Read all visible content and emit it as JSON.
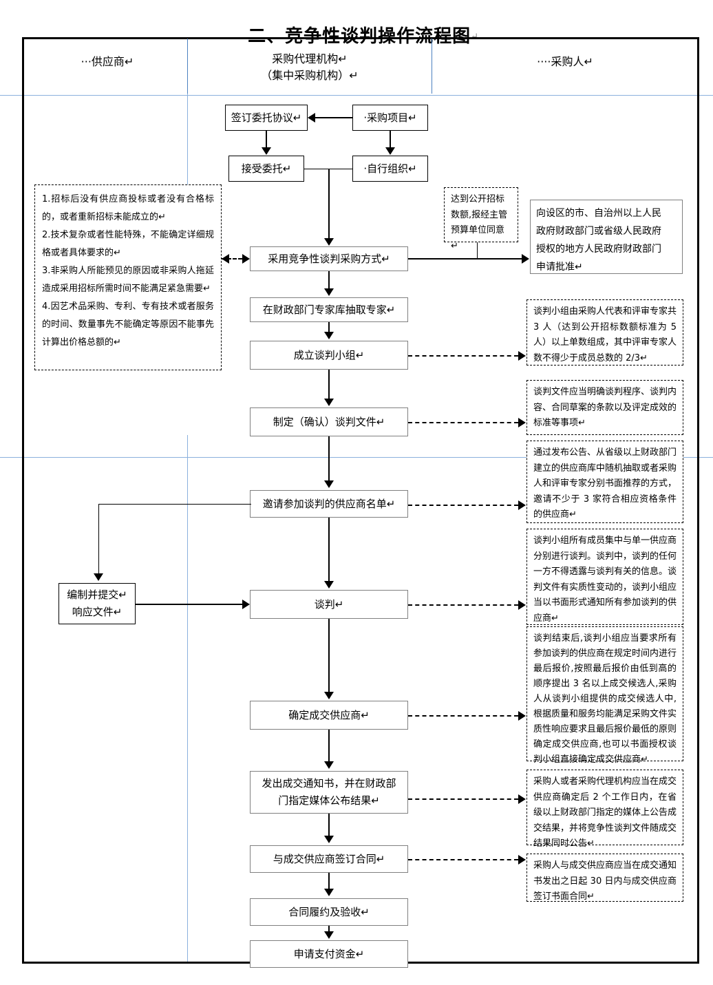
{
  "title": "二、竞争性谈判操作流程图",
  "pilcrow": "↵",
  "lanes": [
    {
      "name": "supplier",
      "label": "···供应商↵"
    },
    {
      "name": "agency",
      "label": "采购代理机构↵\n（集中采购机构）↵"
    },
    {
      "name": "purchaser",
      "label": "····采购人↵"
    }
  ],
  "boxes": {
    "sign_entrust": "签订委托协议↵",
    "purchase_project": "·采购项目↵",
    "accept_entrust": "接受委托↵",
    "self_organize": "·自行组织↵",
    "apply_approval": "向设区的市、自治州以上人民\n政府财政部门或省级人民政府\n授权的地方人民政府财政部门\n申请批准↵",
    "adopt_method": "采用竞争性谈判采购方式↵",
    "draw_experts": "在财政部门专家库抽取专家↵",
    "form_group": "成立谈判小组↵",
    "make_documents": "制定（确认）谈判文件↵",
    "invite_list": "邀请参加谈判的供应商名单↵",
    "prepare_response": "编制并提交↵\n响应文件↵",
    "negotiation": "谈判↵",
    "determine_supplier": "确定成交供应商↵",
    "issue_notice": "发出成交通知书，并在财政部\n门指定媒体公布结果↵",
    "sign_contract": "与成交供应商签订合同↵",
    "perform_accept": "合同履约及验收↵",
    "apply_payment": "申请支付资金↵"
  },
  "notes": {
    "conditions": "1.招标后没有供应商投标或者没有合格标的，或者重新招标未能成立的↵\n2.技术复杂或者性能特殊，不能确定详细规格或者具体要求的↵\n3.非采购人所能预见的原因或非采购人拖延造成采用招标所需时间不能满足紧急需要↵\n4.因艺术品采购、专利、专有技术或者服务的时间、数量事先不能确定等原因不能事先计算出价格总额的↵",
    "open_tender_amount": "达到公开招标\n数额,报经主管\n预算单位同意↵",
    "group_composition": "谈判小组由采购人代表和评审专家共 3 人（达到公开招标数额标准为 5 人）以上单数组成，其中评审专家人数不得少于成员总数的 2/3↵",
    "document_content": "谈判文件应当明确谈判程序、谈判内容、合同草案的条款以及评定成效的标准等事项↵",
    "invite_method": "通过发布公告、从省级以上财政部门建立的供应商库中随机抽取或者采购人和评审专家分别书面推荐的方式，邀请不少于 3 家符合相应资格条件的供应商↵",
    "negotiation_rule": "谈判小组所有成员集中与单一供应商分别进行谈判。谈判中，谈判的任何一方不得透露与谈判有关的信息。谈判文件有实质性变动的，谈判小组应当以书面形式通知所有参加谈判的供应商↵",
    "final_quote_rule": "谈判结束后,谈判小组应当要求所有参加谈判的供应商在规定时间内进行最后报价,按照最后报价由低到高的顺序提出 3 名以上成交候选人,采购人从谈判小组提供的成交候选人中,根据质量和服务均能满足采购文件实质性响应要求且最后报价最低的原则确定成交供应商,也可以书面授权谈判小组直接确定成交供应商↵",
    "announce_rule": "采购人或者采购代理机构应当在成交供应商确定后 2 个工作日内，在省级以上财政部门指定的媒体上公告成交结果，并将竞争性谈判文件随成交结果同时公告↵",
    "contract_rule": "采购人与成交供应商应当在成交通知书发出之日起 30 日内与成交供应商签订书面合同↵"
  },
  "colors": {
    "guide_line": "#8ab0dd",
    "box_border": "#7f7f7f",
    "frame_border": "#000000",
    "note_border": "#000000"
  }
}
